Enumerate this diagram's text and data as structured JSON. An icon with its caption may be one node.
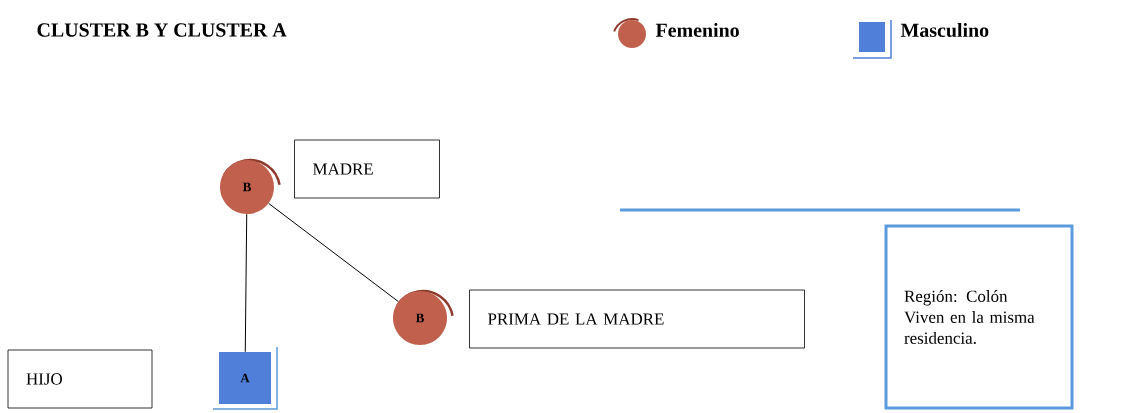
{
  "diagram": {
    "title": "CLUSTER B Y CLUSTER A",
    "nodes": [
      {
        "text": [
          "B"
        ]
      },
      {
        "text": [
          "MADRE"
        ]
      },
      {
        "text": [
          "B"
        ]
      },
      {
        "text": [
          "PRIMA DE LA MADRE"
        ]
      },
      {
        "text": [
          "A"
        ]
      },
      {
        "text": [
          "HIJO"
        ]
      },
      {
        "text": [
          "Región: Colón Viven en la misma residencia."
        ]
      }
    ],
    "edges": [
      {
        "from": 0,
        "to": 4,
        "arrow": "none"
      },
      {
        "from": 0,
        "to": 2,
        "arrow": "none"
      }
    ],
    "legend": [
      {
        "text": "Femenino",
        "color": "#c0604d"
      },
      {
        "text": "Masculino",
        "color": "#4f7fd8"
      }
    ]
  }
}
